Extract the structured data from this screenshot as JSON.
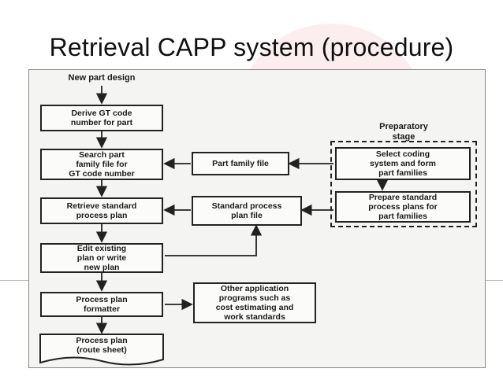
{
  "slide": {
    "title": "Retrieval CAPP system (procedure)"
  },
  "diagram": {
    "start_label": "New part design",
    "preparatory_label": "Preparatory\nstage",
    "boxes": {
      "derive_gt": "Derive GT code\nnumber for part",
      "search_family": "Search part\nfamily file for\nGT code number",
      "part_family_file": "Part family file",
      "select_coding": "Select coding\nsystem and form\npart families",
      "retrieve_plan": "Retrieve standard\nprocess plan",
      "standard_plan_file": "Standard process\nplan file",
      "prepare_plans": "Prepare standard\nprocess plans for\npart families",
      "edit_plan": "Edit existing\nplan or write\nnew plan",
      "formatter": "Process plan\nformatter",
      "other_programs": "Other application\nprograms such as\ncost estimating and\nwork standards",
      "process_plan_doc": "Process plan\n(route sheet)"
    }
  },
  "colors": {
    "line": "#222222",
    "box_fill": "#fbfbfa",
    "diagram_bg": "#f4f4f2"
  }
}
